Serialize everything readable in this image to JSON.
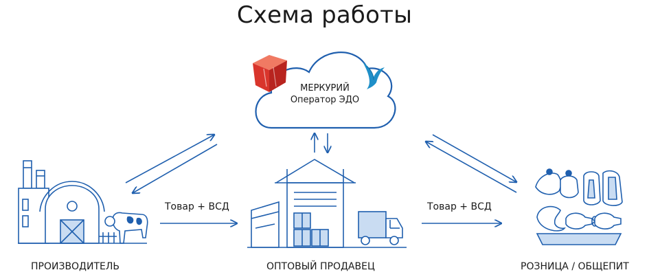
{
  "title": "Схема работы",
  "cloud": {
    "line1": "МЕРКУРИЙ",
    "line2": "Оператор ЭДО"
  },
  "flows": {
    "left": "Товар + ВСД",
    "right": "Товар + ВСД"
  },
  "nodes": {
    "producer": "ПРОИЗВОДИТЕЛЬ",
    "wholesaler": "ОПТОВЫЙ ПРОДАВЕЦ",
    "retail": "РОЗНИЦА / ОБЩЕПИТ"
  },
  "colors": {
    "blue": "#1f5fae",
    "light_blue": "#c9dcf2",
    "red": "#e13c33",
    "bird": "#1f8fc8"
  }
}
